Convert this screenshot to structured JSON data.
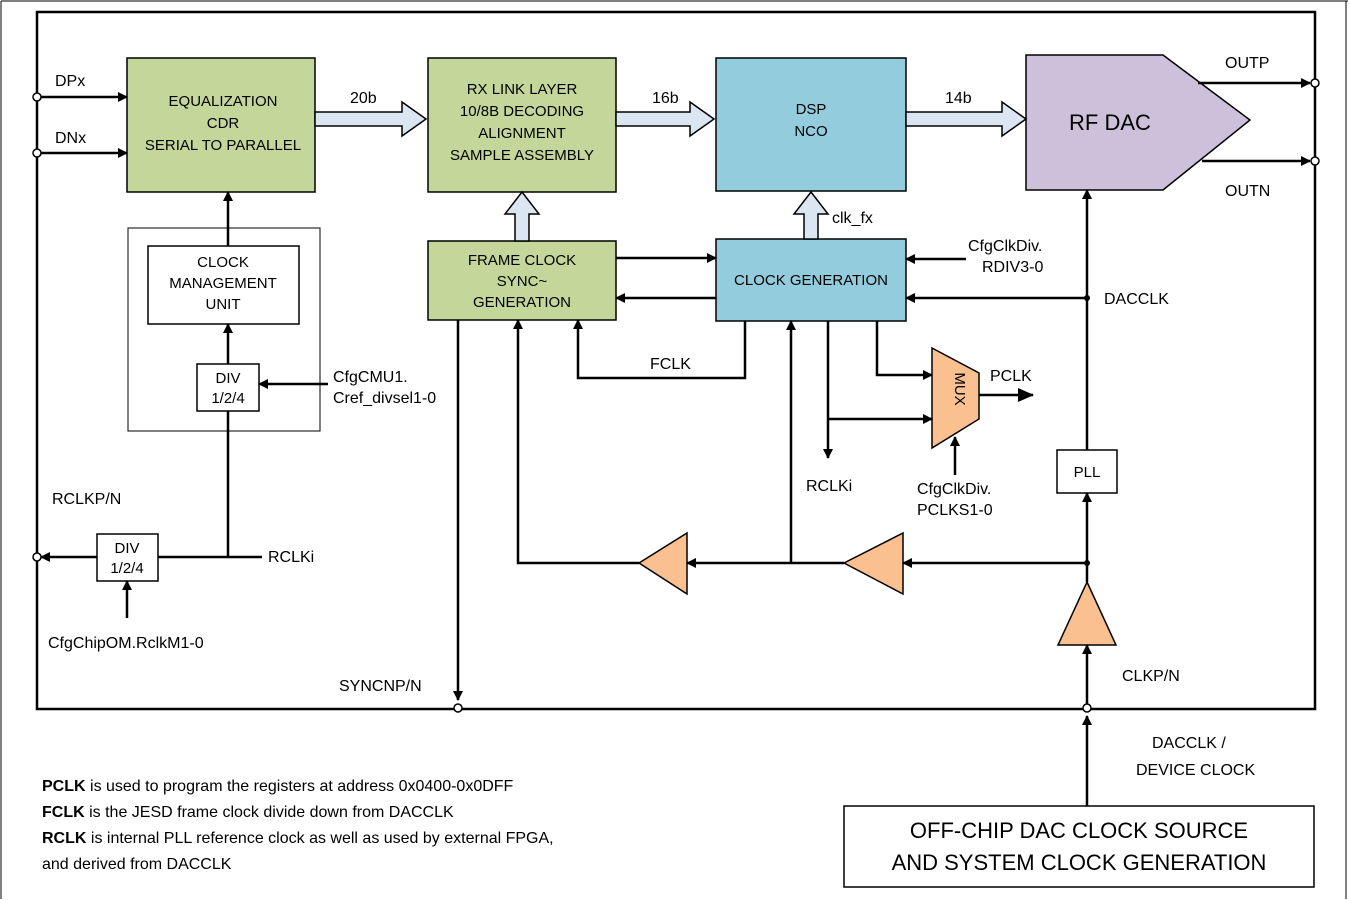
{
  "colors": {
    "green": "#c4d79b",
    "cyan": "#93cddd",
    "purple": "#ccc0da",
    "orange": "#fac090",
    "bus": "#dce6f2",
    "line": "#000000"
  },
  "blocks": {
    "eq": [
      "EQUALIZATION",
      "CDR",
      "SERIAL TO PARALLEL"
    ],
    "rx": [
      "RX LINK LAYER",
      "10/8B DECODING",
      "ALIGNMENT",
      "SAMPLE ASSEMBLY"
    ],
    "dsp": [
      "DSP",
      "NCO"
    ],
    "rfdac": "RF DAC",
    "frame": [
      "FRAME CLOCK",
      "SYNC~",
      "GENERATION"
    ],
    "clkgen": "CLOCK GENERATION",
    "cmu": [
      "CLOCK",
      "MANAGEMENT",
      "UNIT"
    ],
    "div1": [
      "DIV",
      "1/2/4"
    ],
    "div2": [
      "DIV",
      "1/2/4"
    ],
    "pll": "PLL",
    "mux": "MUX",
    "offchip": [
      "OFF-CHIP DAC CLOCK SOURCE",
      "AND SYSTEM CLOCK GENERATION"
    ]
  },
  "labels": {
    "dpx": "DPx",
    "dnx": "DNx",
    "bus20": "20b",
    "bus16": "16b",
    "bus14": "14b",
    "outp": "OUTP",
    "outn": "OUTN",
    "clk_fx": "clk_fx",
    "rdiv": [
      "CfgClkDiv.",
      "RDIV3-0"
    ],
    "dacclk": "DACCLK",
    "fclk": "FCLK",
    "pclk": "PCLK",
    "rclki_mid": "RCLKi",
    "pclks": [
      "CfgClkDiv.",
      "PCLKS1-0"
    ],
    "cfgcmu": [
      "CfgCMU1.",
      "Cref_divsel1-0"
    ],
    "rclkpn": "RCLKP/N",
    "rclki_left": "RCLKi",
    "cfgchip": "CfgChipOM.RclkM1-0",
    "syncnpn": "SYNCNP/N",
    "clkpn": "CLKP/N",
    "dacclk_device": [
      "DACCLK /",
      "DEVICE CLOCK"
    ]
  },
  "notes": [
    {
      "key": "PCLK",
      "text": " is used to program the registers at address 0x0400-0x0DFF"
    },
    {
      "key": "FCLK",
      "text": " is the JESD frame clock divide down from DACCLK"
    },
    {
      "key": "RCLK",
      "text": " is internal PLL reference clock as well as used by external FPGA,"
    },
    {
      "key": "",
      "text": "and derived from DACCLK"
    }
  ]
}
